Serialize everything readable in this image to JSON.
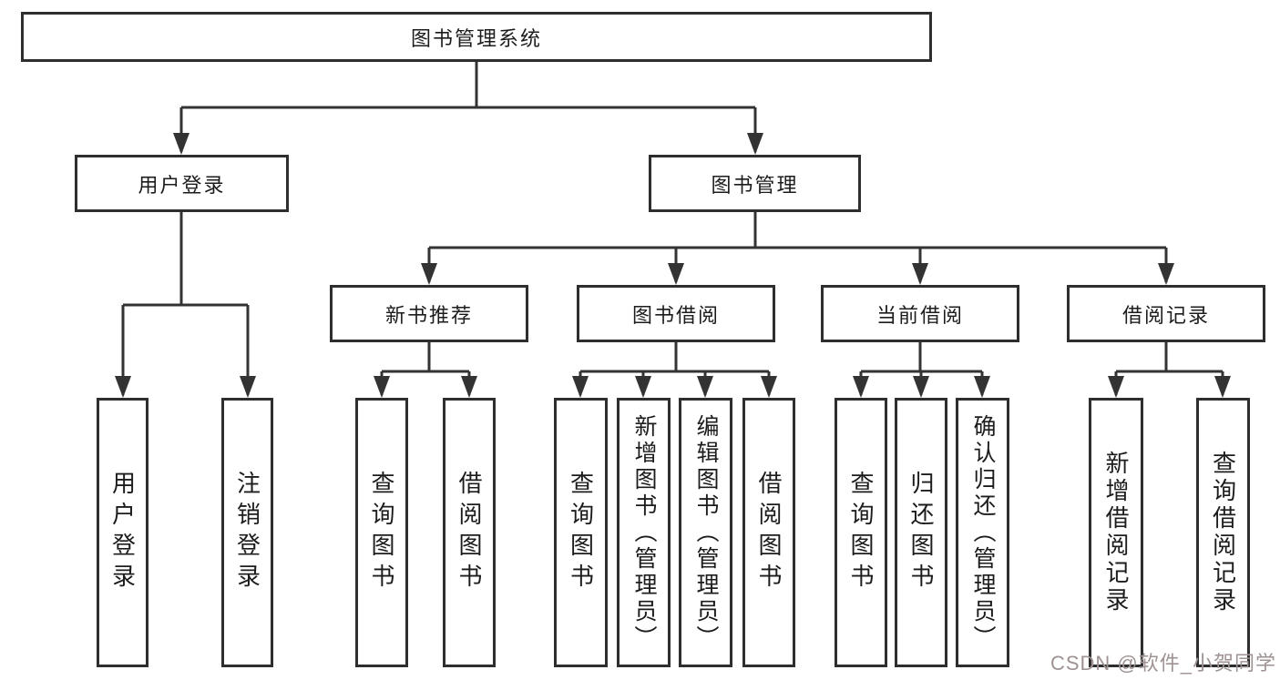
{
  "nodes": {
    "root": {
      "label": "图书管理系统"
    },
    "user_login": {
      "label": "用户登录"
    },
    "book_mgmt": {
      "label": "图书管理"
    },
    "new_book": {
      "label": "新书推荐"
    },
    "book_borrow": {
      "label": "图书借阅"
    },
    "current_borrow": {
      "label": "当前借阅"
    },
    "borrow_record": {
      "label": "借阅记录"
    },
    "ul_login": {
      "label": "用户登录"
    },
    "ul_logout": {
      "label": "注销登录"
    },
    "nb_query": {
      "label": "查询图书"
    },
    "nb_borrow": {
      "label": "借阅图书"
    },
    "bb_query": {
      "label": "查询图书"
    },
    "bb_add": {
      "label": "新增图书（管理员）"
    },
    "bb_edit": {
      "label": "编辑图书（管理员）"
    },
    "bb_borrow": {
      "label": "借阅图书"
    },
    "cb_query": {
      "label": "查询图书"
    },
    "cb_return": {
      "label": "归还图书"
    },
    "cb_confirm": {
      "label": "确认归还（管理员）"
    },
    "br_add": {
      "label": "新增借阅记录"
    },
    "br_query": {
      "label": "查询借阅记录"
    }
  },
  "watermark": {
    "text": "CSDN @软件_小贺同学",
    "color": "#9e9292"
  },
  "colors": {
    "line": "#333333",
    "box_border": "#2e2e2e",
    "text": "#1c1c1c",
    "background": "#ffffff"
  }
}
